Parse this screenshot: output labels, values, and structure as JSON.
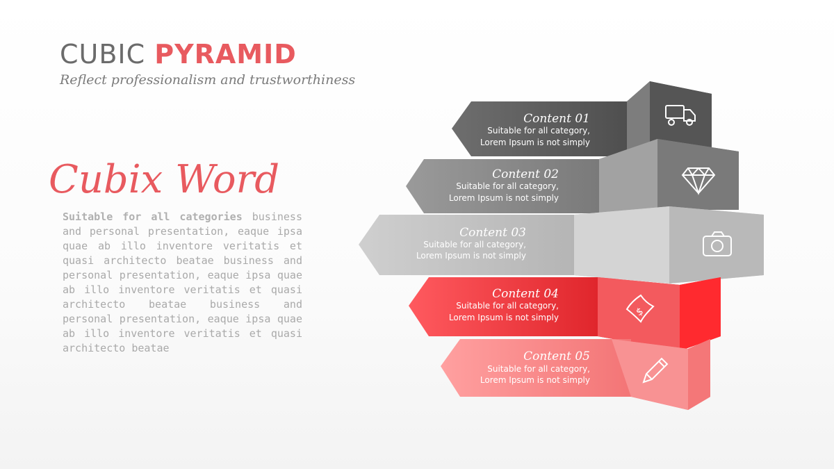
{
  "header": {
    "title_part1": "CUBIC",
    "title_part2": "PYRAMID",
    "subtitle": "Reflect professionalism and trustworthiness"
  },
  "left": {
    "heading": "Cubix Word",
    "lead": "Suitable for all categories",
    "body": "business and personal presentation, eaque ipsa quae ab illo inventore veritatis et quasi architecto beatae business and personal presentation, eaque ipsa quae ab illo inventore veritatis et quasi architecto beatae business and personal presentation, eaque ipsa quae ab illo inventore veritatis et quasi architecto beatae"
  },
  "steps": [
    {
      "title": "Content 01",
      "line1": "Suitable for all category,",
      "line2": "Lorem Ipsum is not simply",
      "icon": "truck-icon"
    },
    {
      "title": "Content 02",
      "line1": "Suitable for all category,",
      "line2": "Lorem Ipsum is not simply",
      "icon": "diamond-icon"
    },
    {
      "title": "Content 03",
      "line1": "Suitable for all category,",
      "line2": "Lorem Ipsum is not simply",
      "icon": "camera-icon"
    },
    {
      "title": "Content 04",
      "line1": "Suitable for all category,",
      "line2": "Lorem Ipsum is not simply",
      "icon": "money-icon"
    },
    {
      "title": "Content 05",
      "line1": "Suitable for all category,",
      "line2": "Lorem Ipsum is not simply",
      "icon": "pencil-icon"
    }
  ],
  "colors": {
    "accent": "#e85a5f",
    "dark_gray": "#5f5f5f",
    "mid_gray": "#8a8a8a",
    "light_gray": "#c3c3c3",
    "red": "#f23a3f",
    "pink": "#f77f80"
  }
}
